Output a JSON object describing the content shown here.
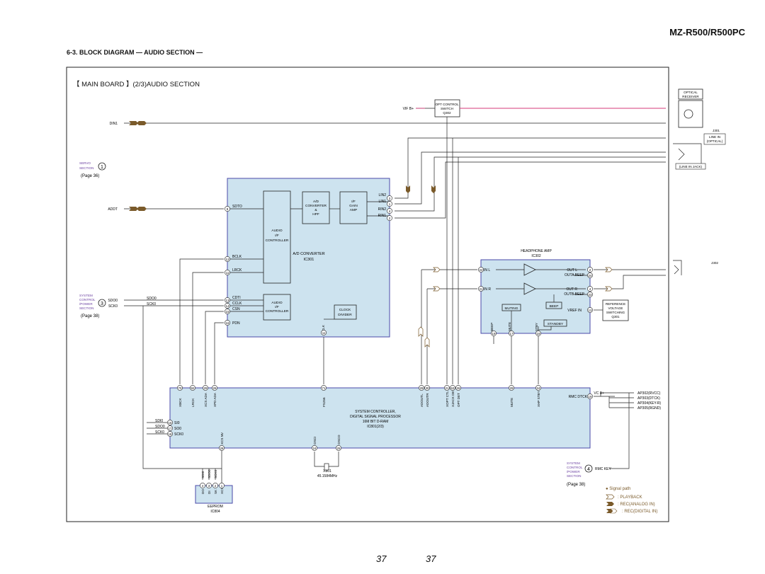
{
  "header": {
    "model": "MZ-R500/R500PC",
    "section_title": "6-3. BLOCK DIAGRAM — AUDIO SECTION —",
    "board_title": "【 MAIN BOARD 】(2/3)AUDIO SECTION",
    "page_left": "37",
    "page_right": "37"
  },
  "colors": {
    "block_fill": "#cde3ef",
    "block_stroke": "#4a4aa8",
    "purple": "#6a3fa0",
    "arrow_brown": "#7a5a2a",
    "pink": "#d43a7a"
  },
  "blocks": {
    "adc": {
      "title": "A/D CONVERTER",
      "ic": "IC301"
    },
    "audio_if_top": "AUDIO\nI/F\nCONTROLLER",
    "ad_converter_hpf": "A/D\nCONVERTER\n&\nHPF",
    "if_gain": "I/F\nGAIN\nAMP",
    "audio_if_bottom": "AUDIO\nI/F\nCONTROLLER",
    "clock_divider": "CLOCK\nDIVIDER",
    "hp_amp": {
      "title": "HEADPHONE AMP",
      "ic": "IC302"
    },
    "muting": "MUTING",
    "beep": "BEEP",
    "standby": "STANDBY",
    "sys_ctrl": [
      "SYSTEM CONTROLLER,",
      "DIGITAL SIGNAL PROCESSOR",
      "16M BIT D-RAM",
      "IC801(2/3)"
    ],
    "eeprom": {
      "title": "EEPROM",
      "ic": "IC804"
    },
    "opt_switch": [
      "OPT CONTROL",
      "SWITCH",
      "Q302"
    ],
    "ref_voltage": [
      "REFERENCE",
      "VOLTAGE",
      "SWITCHING",
      "Q301"
    ],
    "optical_receiver": [
      "OPTICAL",
      "RECEIVER"
    ],
    "line_in_optical": [
      "J301",
      "LINE IN",
      "(OPTICAL)"
    ],
    "line_in_jack": "(LINE IN JACK)",
    "j302": "J302"
  },
  "pins": {
    "adc_left": [
      "SDTO",
      "BCLK",
      "LRCK",
      "CDTI",
      "CCLK",
      "CSN",
      "PDN"
    ],
    "adc_left_nums": [
      "9",
      "12",
      "11",
      "13",
      "14",
      "15",
      "16"
    ],
    "adc_right": [
      "LIN2",
      "LIN1",
      "RIN2",
      "RIN1"
    ],
    "adc_right_nums": [
      "3",
      "1",
      "4",
      "2"
    ],
    "mclk": "MCLK",
    "mclk_num": "11",
    "hp_in": [
      "IN L",
      "IN R"
    ],
    "hp_in_nums": [
      "22",
      "21"
    ],
    "hp_out": [
      "OUT L",
      "OUTA BEEP",
      "OUT R",
      "OUTB BEEP"
    ],
    "hp_out_nums": [
      "2",
      "24",
      "4",
      "23"
    ],
    "vref": "VREF IN",
    "vref_num": "13",
    "hp_bottom": [
      "BEEP",
      "MUTE",
      "STBY"
    ],
    "hp_bottom_nums": [
      "19",
      "17",
      "18"
    ],
    "sc_top_labels": [
      "XBCK",
      "LRCK",
      "XCS ADA",
      "XPD ADA",
      "FS256",
      "ADOUTL",
      "ADOUTR",
      "XOPT CTL",
      "XJACK DET",
      "OPT DET",
      "MUTE",
      "XHP STBY"
    ],
    "sc_top_nums": [
      "70",
      "92",
      "29",
      "26",
      "71",
      "29",
      "30",
      "21",
      "63",
      "26",
      "29",
      "24"
    ],
    "sc_left": [
      "SI0",
      "SO0",
      "SCK0"
    ],
    "sc_left_nums": [
      "16",
      "17",
      "18"
    ],
    "xcs_nv": "XCS NV",
    "xcs_nv_num": "28",
    "osc": [
      "OSCI",
      "OSCO"
    ],
    "osc_nums": [
      "24",
      "25"
    ],
    "rmc": "RMC DTCK",
    "rmc_num": "19",
    "eeprom_pins": [
      "DO",
      "DI",
      "SK",
      "XCS"
    ],
    "eeprom_nums": [
      "4",
      "3",
      "2",
      "1"
    ]
  },
  "signals": {
    "vif": "VIF B+",
    "din1": "DIN1",
    "addt": "ADDT",
    "sdo0": "SDO0",
    "sck0": "SCK0",
    "sdi0": "SDI0",
    "sdo0b": "SDO0",
    "sck0b": "SCK0",
    "sdi0_e": "SDI0",
    "sdo0_e": "SDO0",
    "sck0_e": "SCK0",
    "xtal": [
      "X801",
      "45.1584MHz"
    ],
    "vcb": "VC B+",
    "ap": [
      "AP302(RVCC)",
      "AP303(DTCK)",
      "AP304(KEY-R)",
      "AP305(RGND)"
    ],
    "rmc_key": "RMC KEY"
  },
  "refs": {
    "servo": {
      "label": "SERVO\nSECTION",
      "num": "1",
      "page": "(Page 36)"
    },
    "sysctrl3": {
      "label": "SYSTEM\nCONTROL\n/POWER\nSECTION",
      "num": "3",
      "page": "(Page 38)"
    },
    "sysctrl4": {
      "label": "SYSTEM\nCONTROL\n/POWER\nSECTION",
      "num": "4",
      "page": "(Page 38)"
    }
  },
  "legend": {
    "title": "● Signal path",
    "items": [
      ": PLAYBACK",
      ": REC(ANALOG IN)",
      ": REC(DIGITAL IN)"
    ]
  }
}
